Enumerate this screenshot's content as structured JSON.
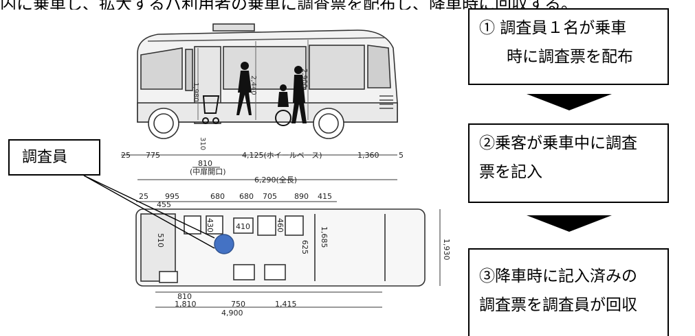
{
  "header_text": "内に乗車し、拡大するバ利用者の乗車に調査票を配布し、降車時に回収する。",
  "surveyor_label": "調査員",
  "steps": [
    {
      "line1": "① 調査員１名が乗車",
      "line2": "時に調査票を配布"
    },
    {
      "line1": "②乗客が乗車中に調査",
      "line2": "票を記入"
    },
    {
      "line1": "③降車時に記入済みの",
      "line2": "調査票を調査員が回収"
    }
  ],
  "side_view": {
    "dims": [
      "25",
      "775",
      "4,125(ホイールベース)",
      "1,360",
      "5",
      "810",
      "(中扉開口)",
      "6,290(全長)"
    ],
    "heights": [
      "1,980",
      "2,440",
      "2,900",
      "310"
    ]
  },
  "top_view": {
    "dims_top": [
      "25",
      "995",
      "680",
      "680",
      "705",
      "890",
      "415",
      "455"
    ],
    "dims_inner": [
      "510",
      "430",
      "410",
      "460",
      "625",
      "1,685",
      "1,930"
    ],
    "dims_bottom": [
      "810",
      "1,810",
      "750",
      "1,415",
      "4,900"
    ]
  },
  "colors": {
    "surveyor_dot": "#4472c4",
    "surveyor_dot_outline": "#2f528f"
  }
}
